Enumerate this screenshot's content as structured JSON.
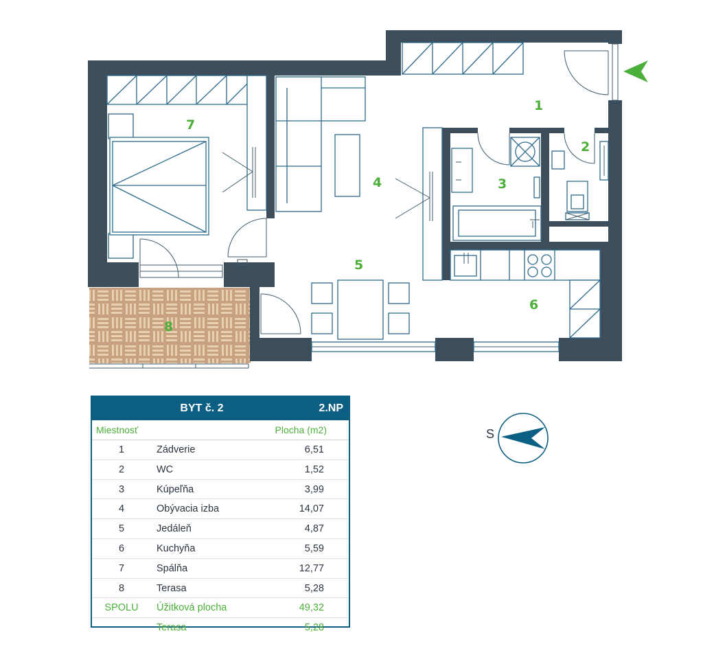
{
  "rooms": [
    {
      "num": "1",
      "name": "Zádverie",
      "area": "6,51"
    },
    {
      "num": "2",
      "name": "WC",
      "area": "1,52"
    },
    {
      "num": "3",
      "name": "Kúpeľňa",
      "area": "3,99"
    },
    {
      "num": "4",
      "name": "Obývacia izba",
      "area": "14,07"
    },
    {
      "num": "5",
      "name": "Jedáleň",
      "area": "4,87"
    },
    {
      "num": "6",
      "name": "Kuchyňa",
      "area": "5,59"
    },
    {
      "num": "7",
      "name": "Spálňa",
      "area": "12,77"
    },
    {
      "num": "8",
      "name": "Terasa",
      "area": "5,28"
    }
  ],
  "table": {
    "title": "BYT č. 2",
    "floor": "2.NP",
    "col_room": "Miestnosť",
    "col_area": "Plocha (m2)",
    "total_label": "SPOLU",
    "total_name": "Úžitková plocha",
    "total_area": "49,32",
    "terrace_name": "Terasa",
    "terrace_area": "5,28"
  },
  "compass": {
    "label": "S"
  },
  "colors": {
    "wall": "#3c4d5b",
    "accent": "#0d5e83",
    "room_number": "#4caf3a",
    "terrace": "#c8a27e",
    "entry_arrow": "#4caf3a"
  }
}
